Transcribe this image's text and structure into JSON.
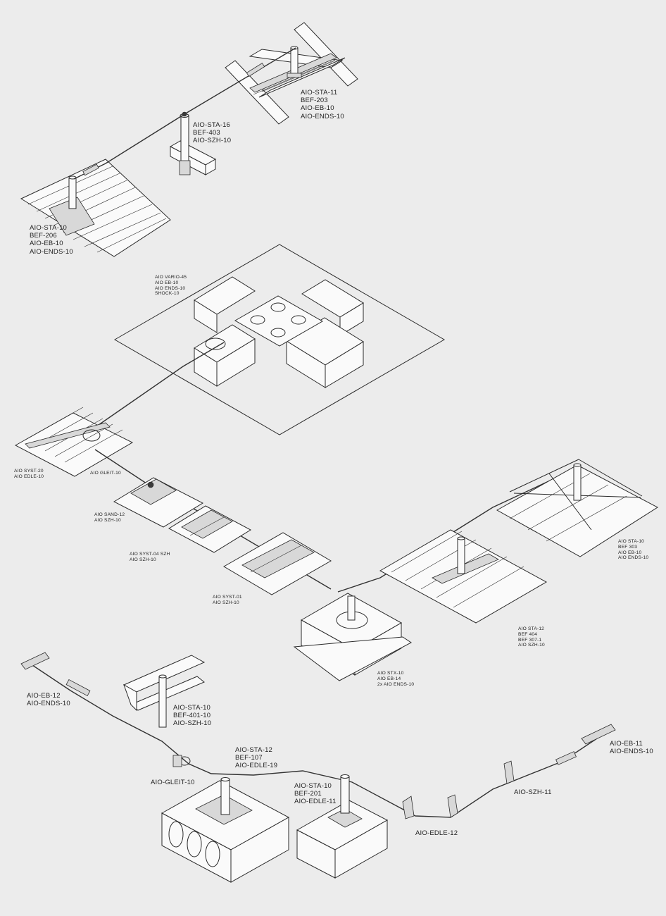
{
  "labels": {
    "top_right": [
      "AIO-STA-11",
      "BEF-203",
      "AIO-EB-10",
      "AIO-ENDS-10"
    ],
    "top_mid": [
      "AIO-STA-16",
      "BEF-403",
      "AIO-SZH-10"
    ],
    "top_left": [
      "AIO-STA-10",
      "BEF-206",
      "AIO-EB-10",
      "AIO-ENDS-10"
    ],
    "vario": [
      "AIO VARIO-45",
      "AIO EB-10",
      "AIO ENDS-10",
      "SHOCK-10"
    ],
    "syst20": [
      "AIO SYST-20",
      "AIO EDLE-10"
    ],
    "gleit_small": [
      "AIO GLEIT-10"
    ],
    "sand12": [
      "AIO SAND-12",
      "AIO SZH-10"
    ],
    "syst04": [
      "AIO SYST-04 SZH",
      "AIO SZH-10"
    ],
    "syst01": [
      "AIO SYST-01",
      "AIO SZH-10"
    ],
    "stx": [
      "AIO STX-10",
      "AIO EB-14",
      "2x AIO ENDS-10"
    ],
    "sta12_roof": [
      "AIO STA-12",
      "BEF 404",
      "BEF 307-1",
      "AIO SZH-10"
    ],
    "sta10_frame": [
      "AIO STA-10",
      "BEF 303",
      "AIO EB-10",
      "AIO ENDS-10"
    ],
    "eb12": [
      "AIO-EB-12",
      "AIO-ENDS-10"
    ],
    "sta10_beam": [
      "AIO-STA-10",
      "BEF-401-10",
      "AIO-SZH-10"
    ],
    "gleit_large": [
      "AIO-GLEIT-10"
    ],
    "sta12_block": [
      "AIO-STA-12",
      "BEF-107",
      "AIO-EDLE-19"
    ],
    "sta10_block": [
      "AIO-STA-10",
      "BEF-201",
      "AIO-EDLE-11"
    ],
    "szh11": [
      "AIO-SZH-11"
    ],
    "edle12": [
      "AIO-EDLE-12"
    ],
    "eb11": [
      "AIO-EB-11",
      "AIO-ENDS-10"
    ]
  }
}
